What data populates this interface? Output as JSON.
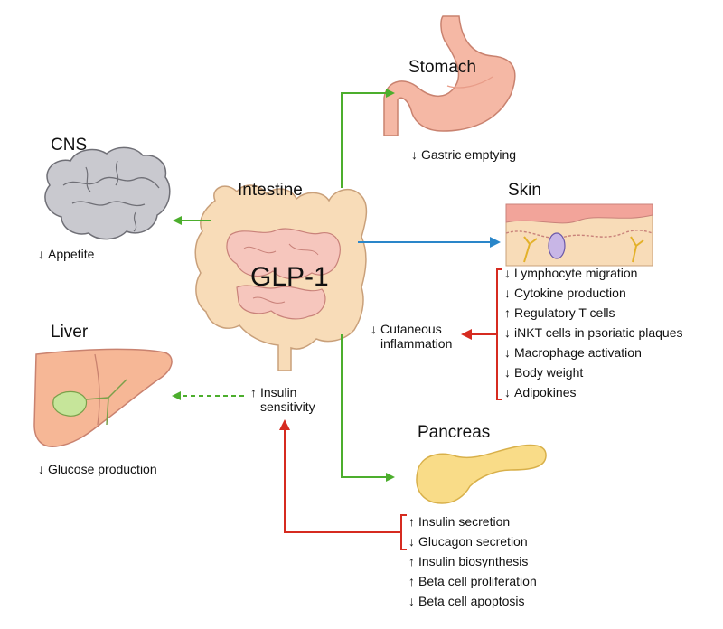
{
  "colors": {
    "green": "#4cae2d",
    "blue": "#2a86c9",
    "red": "#d62b20",
    "organ_outline": "#c69a86"
  },
  "center": {
    "title": "Intestine",
    "hormone": "GLP-1"
  },
  "cns": {
    "title": "CNS",
    "effect": {
      "dir": "↓",
      "text": "Appetite"
    }
  },
  "stomach": {
    "title": "Stomach",
    "effect": {
      "dir": "↓",
      "text": "Gastric emptying"
    }
  },
  "skin": {
    "title": "Skin",
    "effects": [
      {
        "dir": "↓",
        "text": "Lymphocyte migration"
      },
      {
        "dir": "↓",
        "text": "Cytokine production"
      },
      {
        "dir": "↑",
        "text": "Regulatory T cells"
      },
      {
        "dir": "↓",
        "text": "iNKT cells in psoriatic plaques"
      },
      {
        "dir": "↓",
        "text": "Macrophage activation"
      },
      {
        "dir": "↓",
        "text": "Body weight"
      },
      {
        "dir": "↓",
        "text": "Adipokines"
      }
    ],
    "outcome": {
      "dir": "↓",
      "line1": "Cutaneous",
      "line2": "inflammation"
    }
  },
  "liver": {
    "title": "Liver",
    "effect": {
      "dir": "↓",
      "text": "Glucose production"
    }
  },
  "insulin_sensitivity": {
    "dir": "↑",
    "line1": "Insulin",
    "line2": "sensitivity"
  },
  "pancreas": {
    "title": "Pancreas",
    "effects": [
      {
        "dir": "↑",
        "text": "Insulin secretion"
      },
      {
        "dir": "↓",
        "text": "Glucagon secretion"
      },
      {
        "dir": "↑",
        "text": "Insulin biosynthesis"
      },
      {
        "dir": "↑",
        "text": "Beta cell proliferation"
      },
      {
        "dir": "↓",
        "text": "Beta cell apoptosis"
      }
    ]
  }
}
